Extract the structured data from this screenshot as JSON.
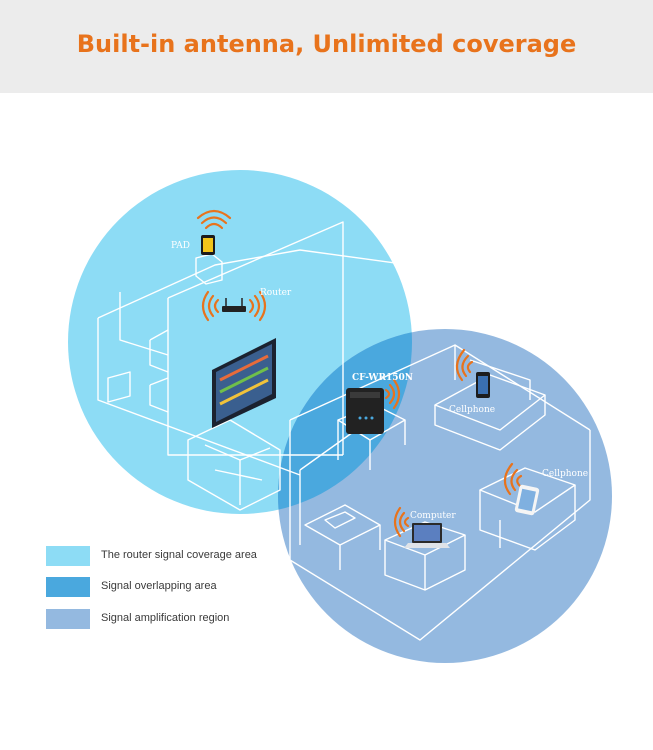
{
  "header": {
    "title": "Built-in antenna, Unlimited coverage"
  },
  "colors": {
    "accent": "#e8731c",
    "router_area": "#8ddcf5",
    "overlap_area": "#4aa8de",
    "amplification_area": "#94b9e0"
  },
  "devices": {
    "pad": "PAD",
    "router": "Router",
    "repeater": "CF-WR150N",
    "cellphone_top": "Cellphone",
    "cellphone_right": "Cellphone",
    "computer": "Computer"
  },
  "legend": [
    {
      "label": "The router signal coverage area",
      "color": "#8ddcf5"
    },
    {
      "label": "Signal overlapping area",
      "color": "#4aa8de"
    },
    {
      "label": "Signal amplification region",
      "color": "#94b9e0"
    }
  ]
}
